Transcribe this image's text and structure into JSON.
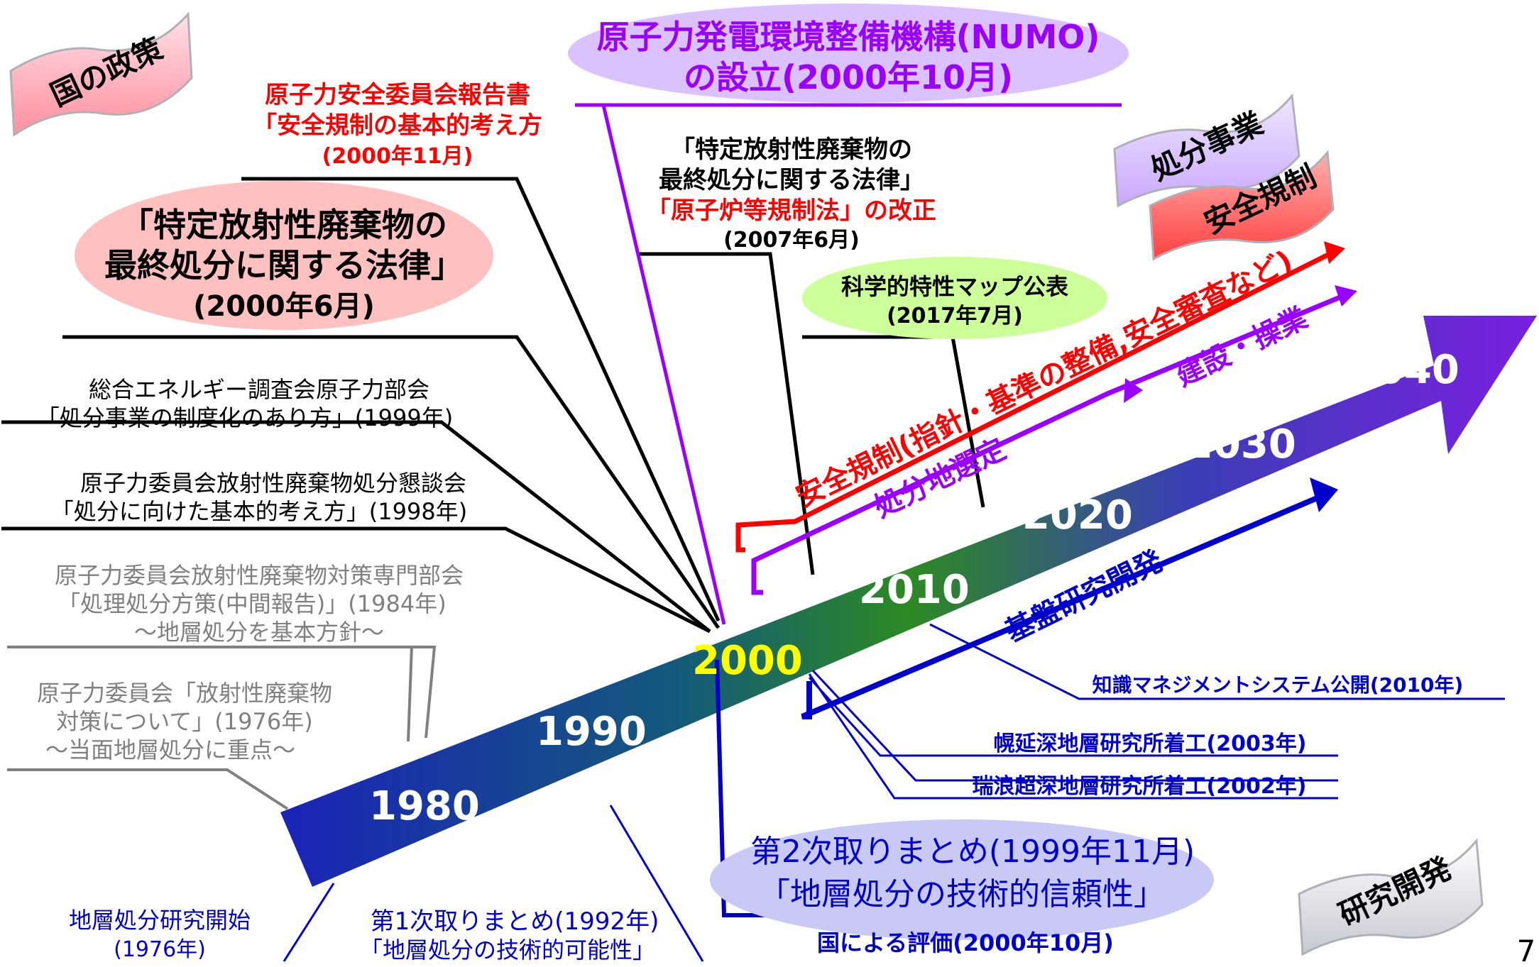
{
  "ribbons": {
    "national_policy": "国の政策",
    "disposal_business": "処分事業",
    "safety_regulation": "安全規制",
    "research_development": "研究開発"
  },
  "numo": {
    "line1": "原子力発電環境整備機構(NUMO)",
    "line2": "の設立(2000年10月)"
  },
  "nsc_report": {
    "line1": "原子力安全委員会報告書",
    "line2": "「安全規制の基本的考え方",
    "line3": "(2000年11月)"
  },
  "law_2000": {
    "line1": "「特定放射性廃棄物の",
    "line2": "最終処分に関する法律」",
    "line3": "(2000年6月)"
  },
  "law_2007": {
    "line1": "「特定放射性廃棄物の",
    "line2": "最終処分に関する法律」",
    "line3": "「原子炉等規制法」の改正",
    "line4": "(2007年6月)"
  },
  "science_map": {
    "line1": "科学的特性マップ公表",
    "line2": "(2017年7月)"
  },
  "aec_1999": {
    "line1": "総合エネルギー調査会原子力部会",
    "line2": "「処分事業の制度化のあり方」(1999年)"
  },
  "aec_1998": {
    "line1": "原子力委員会放射性廃棄物処分懇談会",
    "line2": "「処分に向けた基本的考え方」(1998年)"
  },
  "aec_1984": {
    "line1": "原子力委員会放射性廃棄物対策専門部会",
    "line2": "「処理処分方策(中間報告)」(1984年)",
    "line3": "～地層処分を基本方針～"
  },
  "aec_1976": {
    "line1": "原子力委員会「放射性廃棄物",
    "line2": "対策について」(1976年)",
    "line3": "～当面地層処分に重点～"
  },
  "research_start": {
    "line1": "地層処分研究開始",
    "line2": "(1976年)"
  },
  "first_report": {
    "line1": "第1次取りまとめ(1992年)",
    "line2": "「地層処分の技術的可能性」"
  },
  "second_report": {
    "line1": "第2次取りまとめ(1999年11月)",
    "line2": "「地層処分の技術的信頼性」",
    "line3": "国による評価(2000年10月)"
  },
  "knowledge_system": "知識マネジメントシステム公開(2010年)",
  "horonobe": "幌延深地層研究所着工(2003年)",
  "mizunami": "瑞浪超深地層研究所着工(2002年)",
  "track_labels": {
    "safety_regulation": "安全規制(指針・基準の整備,安全審査など)",
    "site_selection": "処分地選定",
    "construction": "建設・操業",
    "basic_research": "基盤研究開発"
  },
  "timeline_years": [
    "1980",
    "1990",
    "2000",
    "2010",
    "2020",
    "2030",
    "2040"
  ],
  "page_number": "7",
  "colors": {
    "red": "#ff0000",
    "purple": "#9900ff",
    "blue": "#0000cc",
    "gray": "#808080",
    "highlight_year": "#ffff00",
    "numo_bubble": "#d9c2ff",
    "law_bubble": "#ffc0c0",
    "map_bubble": "#ccff99",
    "report_bubble": "#c9c9f5"
  },
  "icons": [
    "scroll-ribbon-icon",
    "arrow-icon"
  ]
}
